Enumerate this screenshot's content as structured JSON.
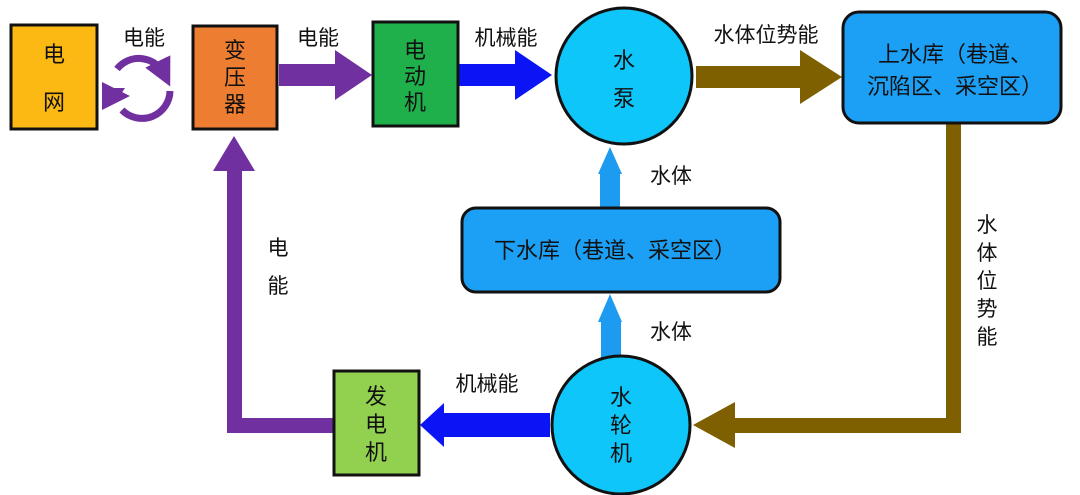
{
  "colors": {
    "grid": "#FDB913",
    "transformer": "#ED7D31",
    "motor": "#1FAF4B",
    "generator": "#92D050",
    "circle": "#0FC6FA",
    "reservoir": "#1CA0F5",
    "purple_arrow": "#7030A0",
    "blue_arrow": "#0A14F5",
    "brown_arrow": "#7F6000",
    "lightblue_arrow": "#1C9BF0"
  },
  "nodes": {
    "grid": [
      "电",
      "网"
    ],
    "transformer": [
      "变",
      "压",
      "器"
    ],
    "motor": [
      "电",
      "动",
      "机"
    ],
    "pump": [
      "水",
      "泵"
    ],
    "upper_reservoir": [
      "上水库（巷道、",
      "沉陷区、采空区）"
    ],
    "lower_reservoir": "下水库（巷道、采空区）",
    "turbine": [
      "水",
      "轮",
      "机"
    ],
    "generator": [
      "发",
      "电",
      "机"
    ]
  },
  "labels": {
    "grid_transformer": "电能",
    "transformer_motor": "电能",
    "motor_pump": "机械能",
    "pump_upper": "水体位势能",
    "upper_turbine": [
      "水",
      "体",
      "位",
      "势",
      "能"
    ],
    "lower_pump": "水体",
    "turbine_lower": "水体",
    "turbine_generator": "机械能",
    "generator_transformer": [
      "电",
      "能"
    ]
  }
}
